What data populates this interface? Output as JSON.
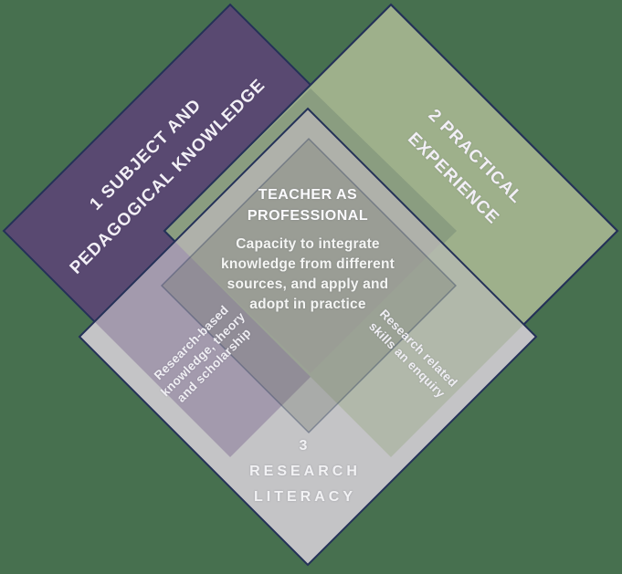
{
  "colors": {
    "background": "#47704F",
    "border": "#243158",
    "purple": "#594971",
    "green": "#9EB08B",
    "purple_green_overlap": "#8A9D80",
    "gray": "#C4C4C6",
    "gray_purple_overlap": "#A39AAD",
    "gray_green_overlap": "#B1B8AA",
    "triple_overlap": "#AFB1AA",
    "center_fill": "#6A7168",
    "center_border": "#2E3B5E"
  },
  "shapes": {
    "subject_knowledge": {
      "line1": "1 SUBJECT AND",
      "line2": "PEDAGOGICAL KNOWLEDGE"
    },
    "practical_experience": {
      "line1": "2 PRACTICAL",
      "line2": "EXPERIENCE"
    },
    "research_literacy": {
      "line1": "3",
      "line2": "RESEARCH",
      "line3": "LITERACY"
    }
  },
  "overlaps": {
    "center": {
      "title_line1": "TEACHER AS",
      "title_line2": "PROFESSIONAL",
      "body_line1": "Capacity to integrate",
      "body_line2": "knowledge from different",
      "body_line3": "sources, and apply and",
      "body_line4": "adopt in practice"
    },
    "research_knowledge": {
      "line1": "Research-based",
      "line2": "knowledge, theory",
      "line3": "and scholarship"
    },
    "research_skills": {
      "line1": "Research related",
      "line2": "skills an enquiry"
    }
  }
}
